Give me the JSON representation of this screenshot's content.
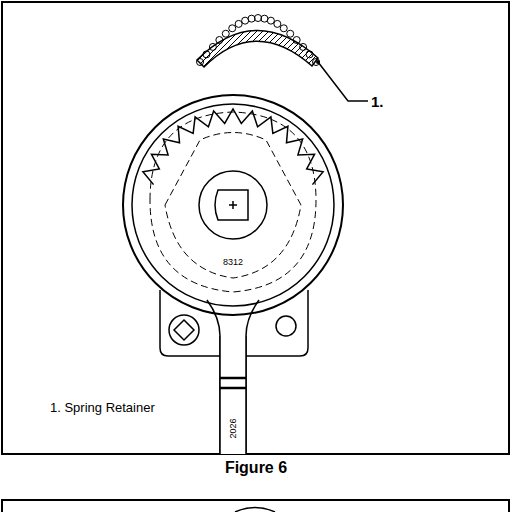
{
  "diagram": {
    "caption": "Figure 6",
    "labels": [
      "1.",
      "8312",
      "2026",
      "1. Spring Retainer"
    ]
  }
}
